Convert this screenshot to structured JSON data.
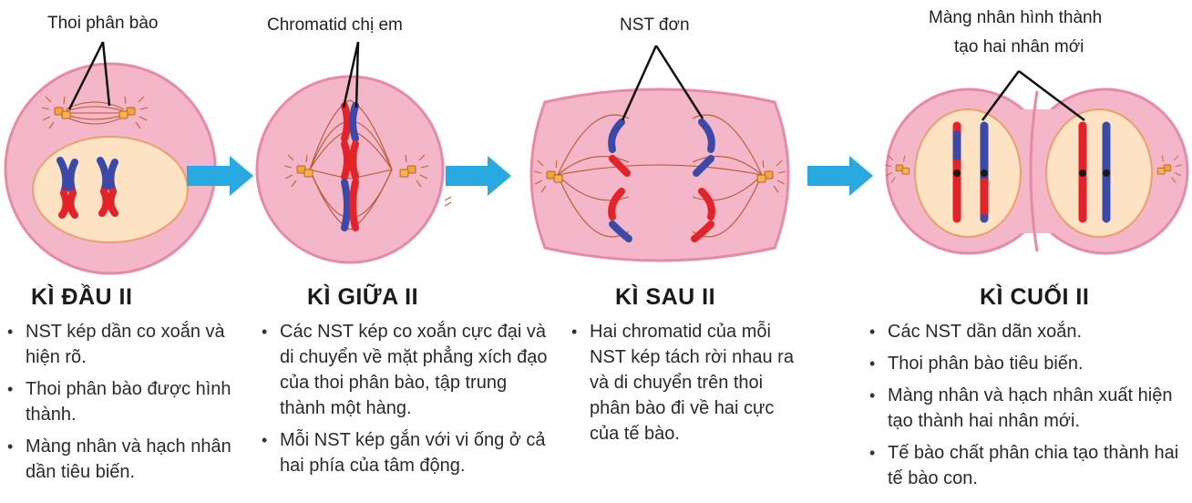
{
  "callouts": {
    "spindle": "Thoi phân bào",
    "sister_chromatids": "Chromatid chị em",
    "single_chromosome": "NST đơn",
    "nuclear_membrane_line1": "Màng nhân hình thành",
    "nuclear_membrane_line2": "tạo hai nhân mới"
  },
  "stages": [
    {
      "title": "KÌ ĐẦU II",
      "bullets": [
        "NST kép dần co xoắn và hiện rõ.",
        "Thoi phân bào được hình thành.",
        "Màng nhân và hạch nhân dần tiêu biến."
      ]
    },
    {
      "title": "KÌ GIỮA II",
      "bullets": [
        "Các NST kép co xoắn cực đại và di chuyển về mặt phẳng xích đạo của thoi phân bào, tập trung thành một hàng.",
        "Mỗi NST kép gắn với vi ống ở cả hai phía của tâm động."
      ]
    },
    {
      "title": "KÌ SAU II",
      "bullets": [
        "Hai chromatid của mỗi NST kép tách rời nhau ra và di chuyển trên thoi phân bào đi về hai cực của tế bào."
      ]
    },
    {
      "title": "KÌ CUỐI II",
      "bullets": [
        "Các NST dần dãn xoắn.",
        "Thoi phân bào tiêu biến.",
        "Màng nhân và hạch nhân xuất hiện tạo thành hai nhân mới.",
        "Tế bào chất phân chia tạo thành hai tế bào con."
      ]
    }
  ],
  "colors": {
    "cell_fill": "#f4b6c8",
    "cell_outline": "#e68aa6",
    "nucleus_fill": "#fde3c3",
    "nucleus_outline": "#e8a070",
    "chromosome_red": "#e52228",
    "chromosome_blue": "#3b4aa8",
    "arrow": "#27a9e1",
    "centriole": "#f0a030",
    "spindle": "#b4582c",
    "pointer": "#111111"
  }
}
